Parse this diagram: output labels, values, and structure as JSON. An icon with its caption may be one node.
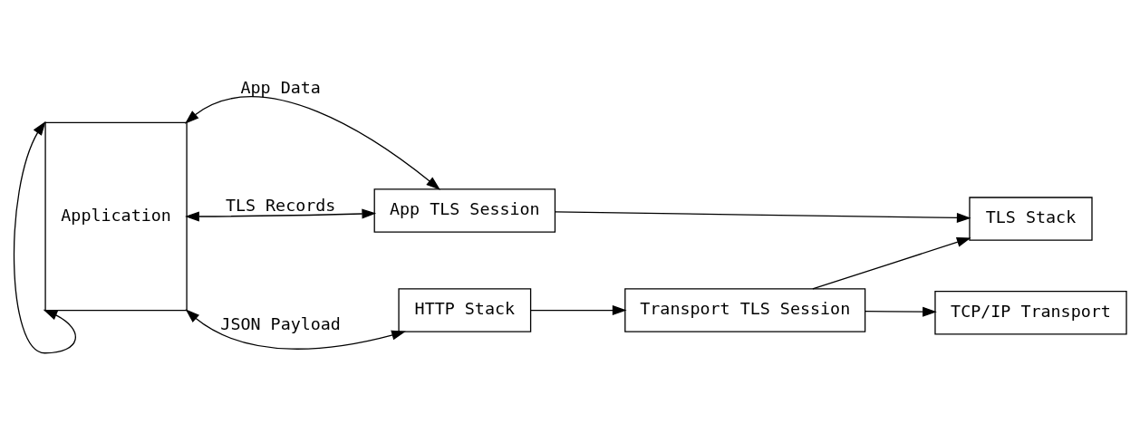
{
  "diagram": {
    "nodes": [
      {
        "text": [
          "Application"
        ]
      },
      {
        "text": [
          "App TLS Session"
        ]
      },
      {
        "text": [
          "TLS Stack"
        ]
      },
      {
        "text": [
          "HTTP Stack"
        ]
      },
      {
        "text": [
          "Transport TLS Session"
        ]
      },
      {
        "text": [
          "TCP/IP Transport"
        ]
      }
    ],
    "edges": [
      {
        "from": 0,
        "to": 1,
        "arrow": "both",
        "label": "App Data"
      },
      {
        "from": 0,
        "to": 1,
        "arrow": "both",
        "label": "TLS Records"
      },
      {
        "from": 1,
        "to": 2,
        "arrow": "to"
      },
      {
        "from": 0,
        "to": 0,
        "arrow": "both"
      },
      {
        "from": 0,
        "to": 3,
        "arrow": "both",
        "label": "JSON Payload"
      },
      {
        "from": 3,
        "to": 4,
        "arrow": "to"
      },
      {
        "from": 4,
        "to": 2,
        "arrow": "to"
      },
      {
        "from": 4,
        "to": 5,
        "arrow": "to"
      }
    ]
  }
}
